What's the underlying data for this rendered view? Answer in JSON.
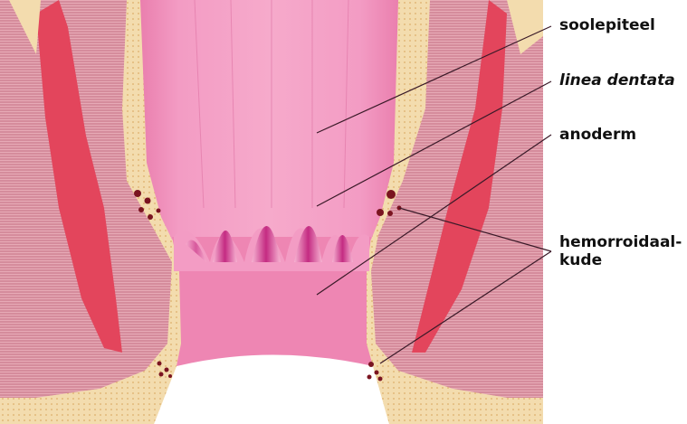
{
  "labels": {
    "soolepiteel": "soolepiteel",
    "linea_dentata": "linea dentata",
    "anoderm": "anoderm",
    "hemorroidaalkude_line1": "hemorroidaal-",
    "hemorroidaalkude_line2": "kude"
  },
  "colors": {
    "muscle_pink": "#d98aa0",
    "muscle_red": "#e8485f",
    "fat_cream": "#f1d8a8",
    "mucosa_pink": "#ee86b3",
    "mucosa_light": "#f5a9c8",
    "vessel_dark": "#7a1420",
    "leader_line": "#3a1a28"
  }
}
